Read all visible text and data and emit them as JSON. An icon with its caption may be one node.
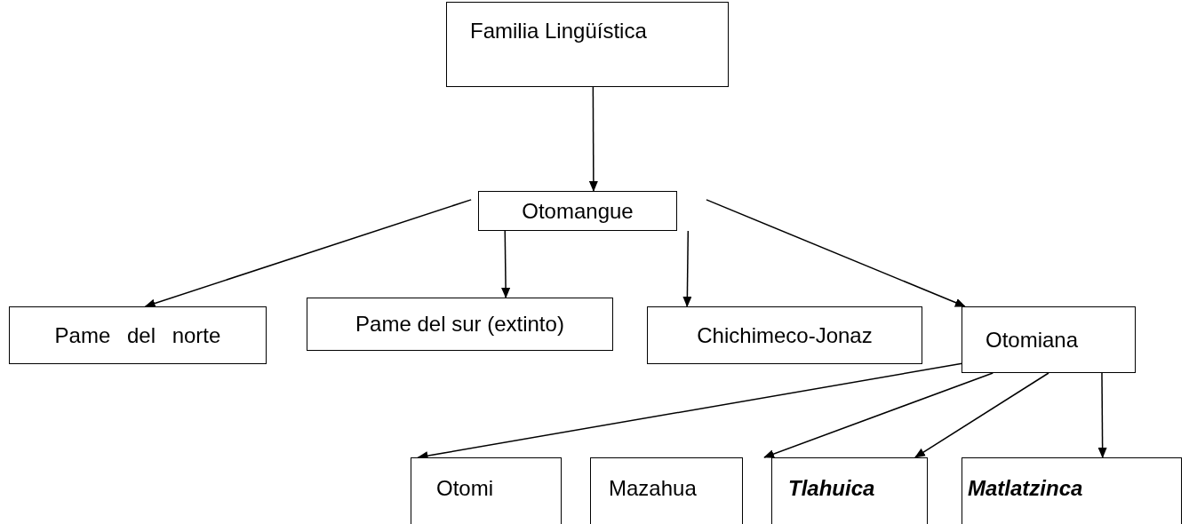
{
  "diagram": {
    "nodes": [
      {
        "text": [
          "Familia Lingüística"
        ]
      },
      {
        "text": [
          "Otomangue"
        ]
      },
      {
        "text": [
          "Pame del norte"
        ]
      },
      {
        "text": [
          "Pame del sur (extinto)"
        ]
      },
      {
        "text": [
          "Chichimeco-Jonaz"
        ]
      },
      {
        "text": [
          "Otomiana"
        ]
      },
      {
        "text": [
          "Otomi"
        ]
      },
      {
        "text": [
          "Mazahua"
        ]
      },
      {
        "text": [
          "Tlahuica"
        ]
      },
      {
        "text": [
          "Matlatzinca"
        ]
      }
    ],
    "edges": [
      {
        "from": 0,
        "to": 1,
        "arrow": "to"
      },
      {
        "from": 1,
        "to": 2,
        "arrow": "to"
      },
      {
        "from": 1,
        "to": 3,
        "arrow": "to"
      },
      {
        "from": 1,
        "to": 4,
        "arrow": "to"
      },
      {
        "from": 1,
        "to": 5,
        "arrow": "to"
      },
      {
        "from": 5,
        "to": 6,
        "arrow": "to"
      },
      {
        "from": 5,
        "to": 7,
        "arrow": "to"
      },
      {
        "from": 5,
        "to": 8,
        "arrow": "to"
      },
      {
        "from": 5,
        "to": 9,
        "arrow": "to"
      }
    ]
  }
}
